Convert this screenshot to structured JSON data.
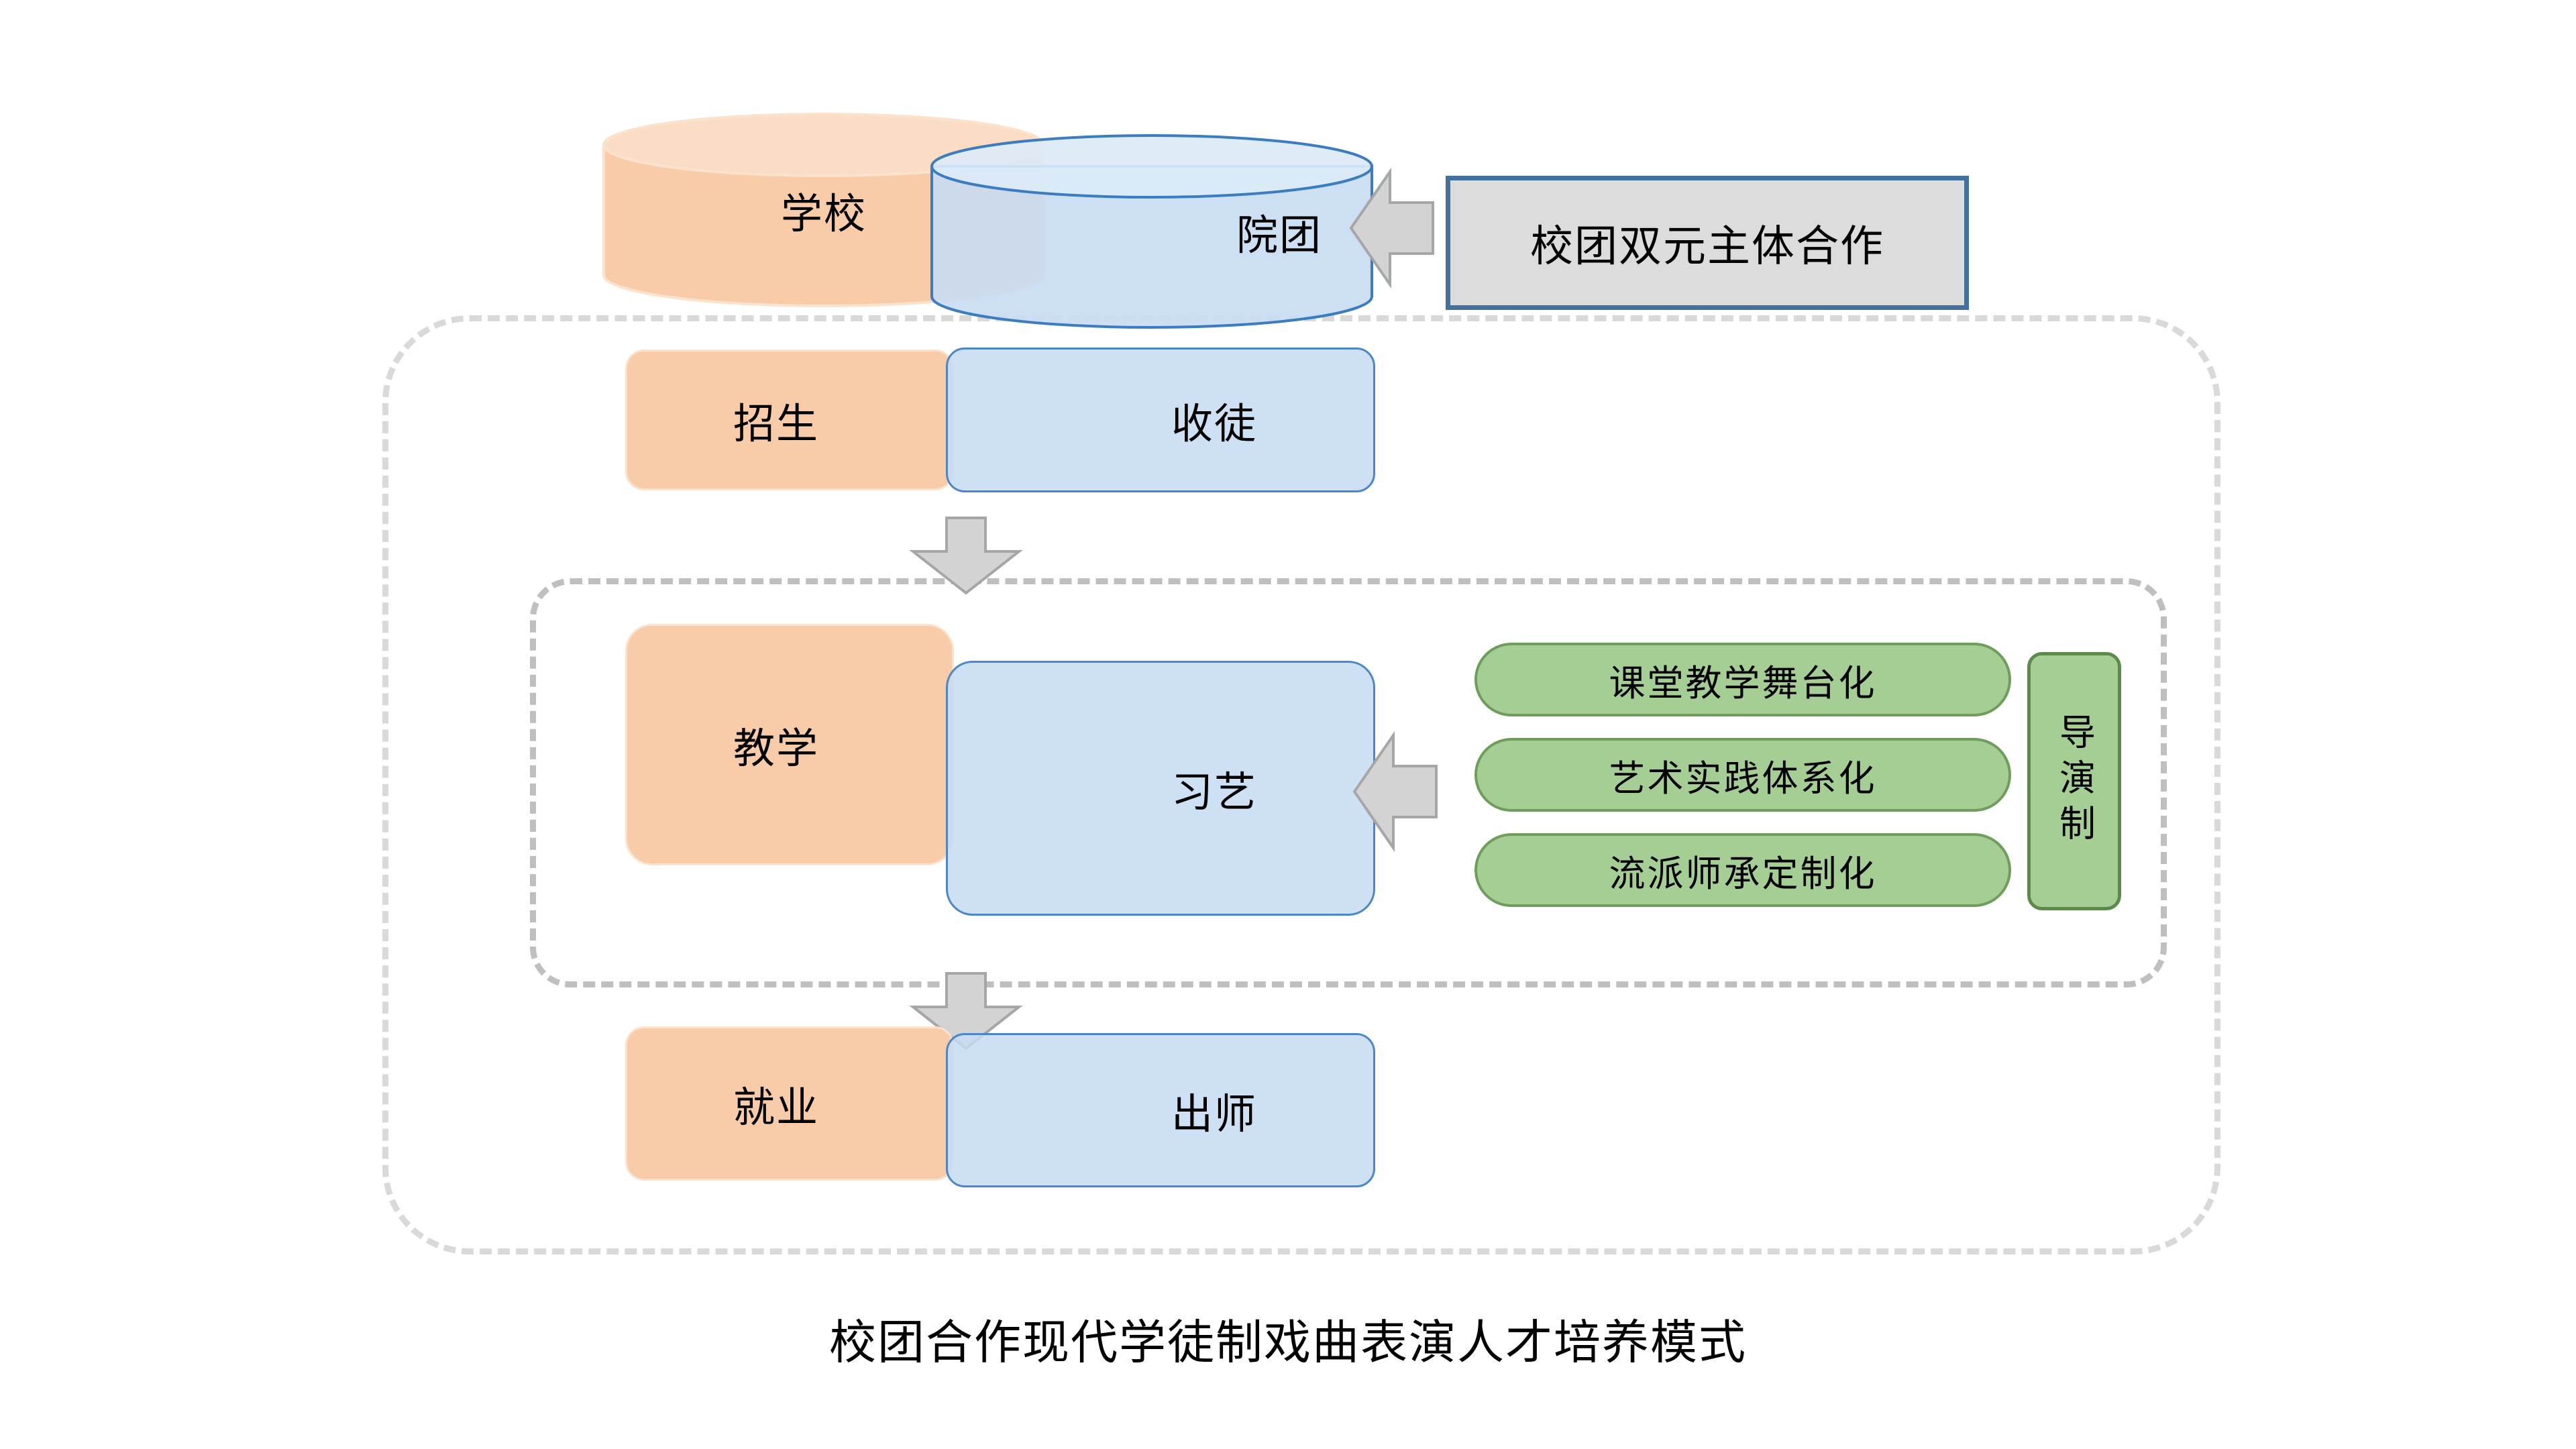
{
  "diagram": {
    "caption": "校团合作现代学徒制戏曲表演人才培养模式",
    "colors": {
      "school_orange": "#F8CCA9",
      "troupe_blue": "#C6DCF2",
      "overlap_blue_gray": "#C6D3E0",
      "green_pill": "#A4CE93",
      "green_pill_border": "#6F9E5C",
      "callout_fill": "#DCDCDC",
      "callout_border": "#41719C",
      "arrow_fill": "#D3D3D3",
      "arrow_border": "#A6A6A6",
      "dashed_outer": "#D9D9D9",
      "dashed_inner": "#BFBFBF"
    },
    "actors": {
      "school": "学校",
      "troupe": "院团"
    },
    "callout": {
      "label": "校团双元主体合作"
    },
    "stages": [
      {
        "school_side": "招生",
        "troupe_side": "收徒"
      },
      {
        "school_side": "教学",
        "troupe_side": "习艺"
      },
      {
        "school_side": "就业",
        "troupe_side": "出师"
      }
    ],
    "methods": [
      "课堂教学舞台化",
      "艺术实践体系化",
      "流派师承定制化"
    ],
    "system_label": "导演制"
  }
}
